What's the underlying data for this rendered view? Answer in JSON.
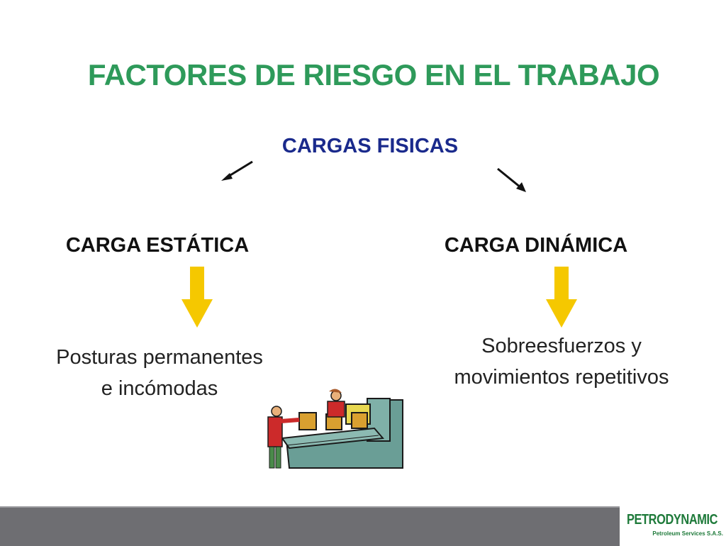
{
  "slide": {
    "title": "FACTORES DE RIESGO EN EL TRABAJO",
    "subtitle": "CARGAS FISICAS",
    "left": {
      "heading": "CARGA ESTÁTICA",
      "text_line1": "Posturas permanentes",
      "text_line2": "e incómodas"
    },
    "right": {
      "heading": "CARGA DINÁMICA",
      "text_line1": "Sobreesfuerzos y",
      "text_line2": "movimientos repetitivos"
    }
  },
  "logo": {
    "name": "PETRODYNAMIC",
    "tagline": "Petroleum Services S.A.S."
  },
  "colors": {
    "title": "#2e9a5a",
    "subtitle": "#1a2a8c",
    "arrow_yellow": "#f5c800",
    "footer": "#6e6e72",
    "logo_green": "#1e7a3a"
  },
  "icons": [
    "arrow-down-left-icon",
    "arrow-down-right-icon",
    "yellow-down-arrow-icon",
    "conveyor-workers-illustration",
    "petrodynamic-logo"
  ]
}
